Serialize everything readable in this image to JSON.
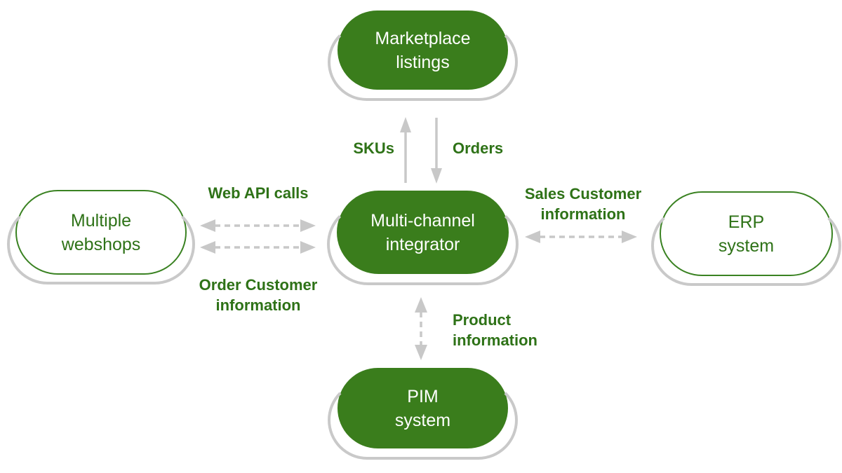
{
  "colors": {
    "green_fill": "#3a7d1c",
    "green_border": "#3a8222",
    "green_text": "#2e7217",
    "arrow_gray": "#c8c8c8",
    "shadow_gray": "#c9c9c9",
    "background": "#ffffff",
    "filled_node_text": "#ffffff"
  },
  "nodes": {
    "marketplace_listings": {
      "label": "Marketplace\nlistings",
      "style": "filled"
    },
    "multi_channel_integrator": {
      "label": "Multi-channel\nintegrator",
      "style": "filled"
    },
    "multiple_webshops": {
      "label": "Multiple\nwebshops",
      "style": "outline"
    },
    "erp_system": {
      "label": "ERP\nsystem",
      "style": "outline"
    },
    "pim_system": {
      "label": "PIM\nsystem",
      "style": "filled"
    }
  },
  "edge_labels": {
    "skus": "SKUs",
    "orders": "Orders",
    "web_api_calls": "Web API calls",
    "order_customer_information": "Order Customer\ninformation",
    "sales_customer_information": "Sales Customer\ninformation",
    "product_information": "Product\ninformation"
  },
  "edges": [
    {
      "from": "multi_channel_integrator",
      "to": "marketplace_listings",
      "label": "SKUs",
      "line": "solid",
      "direction": "up"
    },
    {
      "from": "marketplace_listings",
      "to": "multi_channel_integrator",
      "label": "Orders",
      "line": "solid",
      "direction": "down"
    },
    {
      "from": "multiple_webshops",
      "to": "multi_channel_integrator",
      "label": "Web API calls",
      "line": "dashed",
      "direction": "both"
    },
    {
      "from": "multiple_webshops",
      "to": "multi_channel_integrator",
      "label": "Order Customer information",
      "line": "dashed",
      "direction": "both"
    },
    {
      "from": "multi_channel_integrator",
      "to": "erp_system",
      "label": "Sales Customer information",
      "line": "dashed",
      "direction": "both"
    },
    {
      "from": "multi_channel_integrator",
      "to": "pim_system",
      "label": "Product information",
      "line": "dashed",
      "direction": "both"
    }
  ]
}
